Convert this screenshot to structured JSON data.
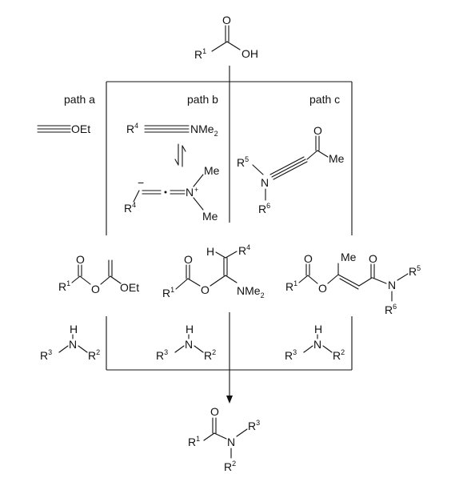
{
  "paths": [
    "path a",
    "path b",
    "path c"
  ],
  "reactants": {
    "acid": {
      "r": "R",
      "r_sup": "1",
      "o": "O",
      "oh": "OH"
    },
    "ynol_ether": {
      "oet": "OEt"
    },
    "ynamine": {
      "r": "R",
      "r_sup": "4",
      "nme": "NMe",
      "nme_sub": "2"
    },
    "ketenimmonium": {
      "minus": "−",
      "r": "R",
      "r_sup": "4",
      "n": "N",
      "plus": "+",
      "me_top": "Me",
      "me_bottom": "Me"
    },
    "ynamide": {
      "r5": "R",
      "r5_sup": "5",
      "n": "N",
      "r6": "R",
      "r6_sup": "6",
      "o": "O",
      "me": "Me"
    }
  },
  "intermediates": {
    "a": {
      "r": "R",
      "r_sup": "1",
      "o_carbonyl": "O",
      "o_ester": "O",
      "oet": "OEt"
    },
    "b": {
      "r": "R",
      "r_sup": "1",
      "o_carbonyl": "O",
      "o_ester": "O",
      "h": "H",
      "r4": "R",
      "r4_sup": "4",
      "nme": "NMe",
      "nme_sub": "2"
    },
    "c": {
      "r": "R",
      "r_sup": "1",
      "o_carbonyl": "O",
      "o_ester": "O",
      "me": "Me",
      "o_amide": "O",
      "n": "N",
      "r5": "R",
      "r5_sup": "5",
      "r6": "R",
      "r6_sup": "6"
    }
  },
  "amine": {
    "h": "H",
    "n": "N",
    "r3": "R",
    "r3_sup": "3",
    "r2": "R",
    "r2_sup": "2"
  },
  "product": {
    "o": "O",
    "r1": "R",
    "r1_sup": "1",
    "n": "N",
    "r3": "R",
    "r3_sup": "3",
    "r2": "R",
    "r2_sup": "2"
  }
}
